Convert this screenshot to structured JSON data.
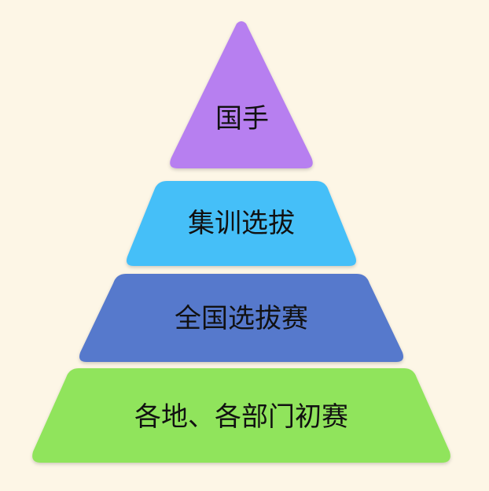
{
  "diagram": {
    "background": "#fdf6e6",
    "tiers": [
      {
        "label": "国手",
        "color": "#b77ff0"
      },
      {
        "label": "集训选拔",
        "color": "#44bff8"
      },
      {
        "label": "全国选拔赛",
        "color": "#5679cc"
      },
      {
        "label": "各地、各部门初赛",
        "color": "#90e45c"
      }
    ]
  }
}
